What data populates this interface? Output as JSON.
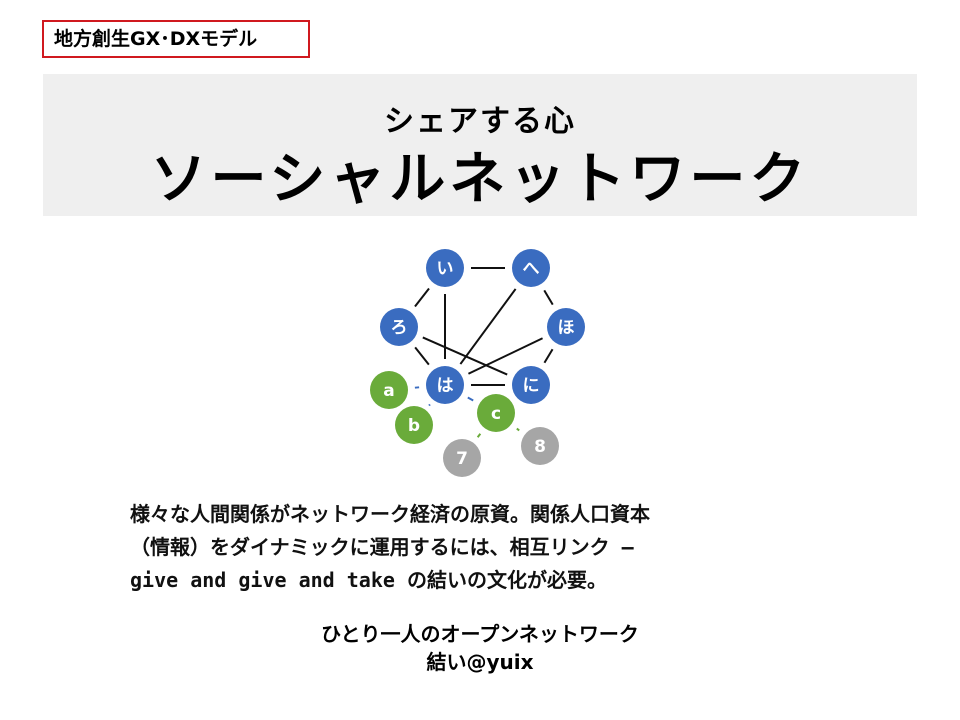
{
  "tag": "地方創生GX･DXモデル",
  "banner": {
    "subtitle": "シェアする心",
    "title": "ソーシャルネットワーク"
  },
  "network": {
    "colors": {
      "core": "#3a6cc0",
      "secondary": "#6aab3a",
      "tertiary": "#a6a6a6"
    },
    "nodes": [
      {
        "id": "i",
        "label": "い",
        "group": "core"
      },
      {
        "id": "he",
        "label": "へ",
        "group": "core"
      },
      {
        "id": "ro",
        "label": "ろ",
        "group": "core"
      },
      {
        "id": "ho",
        "label": "ほ",
        "group": "core"
      },
      {
        "id": "ha",
        "label": "は",
        "group": "core"
      },
      {
        "id": "ni",
        "label": "に",
        "group": "core"
      },
      {
        "id": "a",
        "label": "a",
        "group": "secondary"
      },
      {
        "id": "b",
        "label": "b",
        "group": "secondary"
      },
      {
        "id": "c",
        "label": "c",
        "group": "secondary"
      },
      {
        "id": "n7",
        "label": "7",
        "group": "tertiary"
      },
      {
        "id": "n8",
        "label": "8",
        "group": "tertiary"
      }
    ],
    "edges": [
      [
        "i",
        "he"
      ],
      [
        "i",
        "ro"
      ],
      [
        "i",
        "ha"
      ],
      [
        "he",
        "ha"
      ],
      [
        "he",
        "ho"
      ],
      [
        "ro",
        "ha"
      ],
      [
        "ro",
        "ni"
      ],
      [
        "ho",
        "ha"
      ],
      [
        "ho",
        "ni"
      ],
      [
        "ha",
        "ni"
      ],
      [
        "ha",
        "a"
      ],
      [
        "ha",
        "b"
      ],
      [
        "ha",
        "c"
      ],
      [
        "c",
        "n7"
      ],
      [
        "c",
        "n8"
      ]
    ]
  },
  "body": {
    "lines": [
      "様々な人間関係がネットワーク経済の原資。関係人口資本",
      "（情報）をダイナミックに運用するには、相互リンク –",
      "give and give and take の結いの文化が必要。"
    ]
  },
  "footer": {
    "line1": "ひとり一人のオープンネットワーク",
    "line2": "結い@yuix"
  }
}
